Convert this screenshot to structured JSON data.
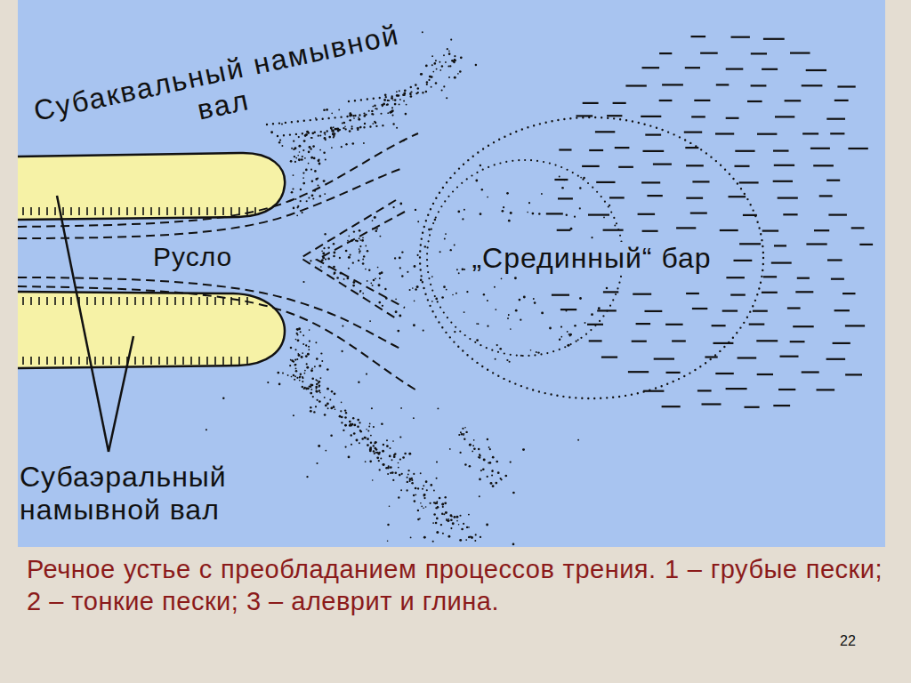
{
  "diagram": {
    "caption": "Речное устье с преобладанием процессов трения. 1 – грубые пески; 2 – тонкие пески; 3 – алеврит и глина.",
    "nodes": [
      {
        "text": [
          "„Срединный“ бар"
        ]
      }
    ],
    "labels": [
      "Субаквальный намывной вал",
      "Русло",
      "Субаэральный намывной вал",
      "22"
    ]
  }
}
